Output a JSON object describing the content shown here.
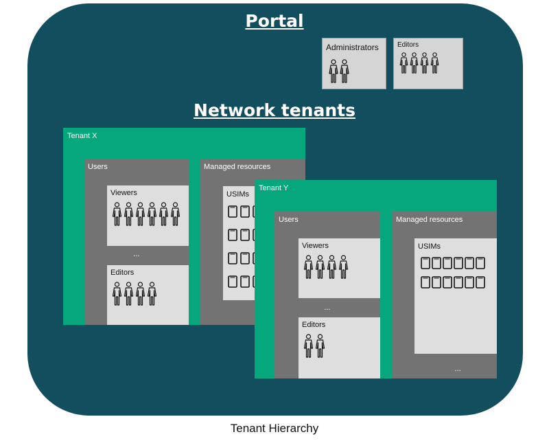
{
  "portal": {
    "title": "Portal",
    "administrators": {
      "label": "Administrators",
      "count": 2
    },
    "editors": {
      "label": "Editors",
      "count": 4
    }
  },
  "network": {
    "title": "Network tenants",
    "tenant_x": {
      "label": "Tenant X",
      "users_label": "Users",
      "viewers": {
        "label": "Viewers",
        "count": 6
      },
      "ellipsis": "...",
      "editors": {
        "label": "Editors",
        "count": 4
      },
      "resources_label": "Managed resources",
      "usims": {
        "label": "USIMs",
        "count": 12
      }
    },
    "tenant_y": {
      "label": "Tenant Y",
      "users_label": "Users",
      "viewers": {
        "label": "Viewers",
        "count": 4
      },
      "ellipsis": "...",
      "editors": {
        "label": "Editors",
        "count": 2
      },
      "resources_label": "Managed resources",
      "usims": {
        "label": "USIMs",
        "count": 12
      },
      "usims_ellipsis": "..."
    }
  },
  "caption": "Tenant Hierarchy"
}
